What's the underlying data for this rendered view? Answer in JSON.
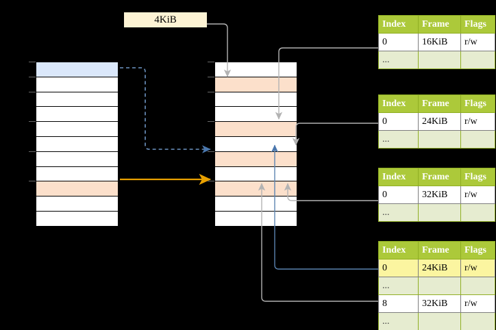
{
  "diagram": {
    "title_label": "4KiB",
    "colors": {
      "background": "#000000",
      "cell_default": "#ffffff",
      "cell_highlight_blue": "#dbe8fb",
      "cell_highlight_orange": "#fce0cb",
      "label_box": "#fdf3d4",
      "table_header": "#acc93a",
      "table_dots_row": "#e6ecd0",
      "row_highlight_yellow": "#fbf5a0",
      "arrow_gray": "#b3b3b3",
      "arrow_blue": "#5b84b1",
      "arrow_orange": "#e8a000"
    },
    "virtual_column": {
      "name": "virtual-address-space-column",
      "cell_count": 11,
      "cells": [
        {
          "index": 0,
          "fill": "blue"
        },
        {
          "index": 1,
          "fill": "white"
        },
        {
          "index": 2,
          "fill": "white"
        },
        {
          "index": 3,
          "fill": "white"
        },
        {
          "index": 4,
          "fill": "white"
        },
        {
          "index": 5,
          "fill": "white"
        },
        {
          "index": 6,
          "fill": "white"
        },
        {
          "index": 7,
          "fill": "white"
        },
        {
          "index": 8,
          "fill": "orange"
        },
        {
          "index": 9,
          "fill": "white"
        },
        {
          "index": 10,
          "fill": "white"
        }
      ]
    },
    "physical_column": {
      "name": "physical-memory-column",
      "cell_count": 11,
      "cells": [
        {
          "index": 0,
          "fill": "white"
        },
        {
          "index": 1,
          "fill": "orange"
        },
        {
          "index": 2,
          "fill": "white"
        },
        {
          "index": 3,
          "fill": "white"
        },
        {
          "index": 4,
          "fill": "orange"
        },
        {
          "index": 5,
          "fill": "white"
        },
        {
          "index": 6,
          "fill": "orange"
        },
        {
          "index": 7,
          "fill": "white"
        },
        {
          "index": 8,
          "fill": "orange"
        },
        {
          "index": 9,
          "fill": "white"
        },
        {
          "index": 10,
          "fill": "white"
        }
      ]
    },
    "tables": [
      {
        "name": "page-table-level-1",
        "headers": [
          "Index",
          "Frame",
          "Flags"
        ],
        "rows": [
          {
            "cells": [
              "0",
              "16KiB",
              "r/w"
            ],
            "style": "normal"
          },
          {
            "cells": [
              "...",
              "",
              ""
            ],
            "style": "dots"
          }
        ]
      },
      {
        "name": "page-table-level-2",
        "headers": [
          "Index",
          "Frame",
          "Flags"
        ],
        "rows": [
          {
            "cells": [
              "0",
              "24KiB",
              "r/w"
            ],
            "style": "normal"
          },
          {
            "cells": [
              "...",
              "",
              ""
            ],
            "style": "dots"
          }
        ]
      },
      {
        "name": "page-table-level-3",
        "headers": [
          "Index",
          "Frame",
          "Flags"
        ],
        "rows": [
          {
            "cells": [
              "0",
              "32KiB",
              "r/w"
            ],
            "style": "normal"
          },
          {
            "cells": [
              "...",
              "",
              ""
            ],
            "style": "dots"
          }
        ]
      },
      {
        "name": "page-table-level-4",
        "headers": [
          "Index",
          "Frame",
          "Flags"
        ],
        "rows": [
          {
            "cells": [
              "0",
              "24KiB",
              "r/w"
            ],
            "style": "highlight"
          },
          {
            "cells": [
              "...",
              "",
              ""
            ],
            "style": "dots"
          },
          {
            "cells": [
              "8",
              "32KiB",
              "r/w"
            ],
            "style": "normal"
          },
          {
            "cells": [
              "...",
              "",
              ""
            ],
            "style": "dots"
          }
        ]
      }
    ]
  }
}
